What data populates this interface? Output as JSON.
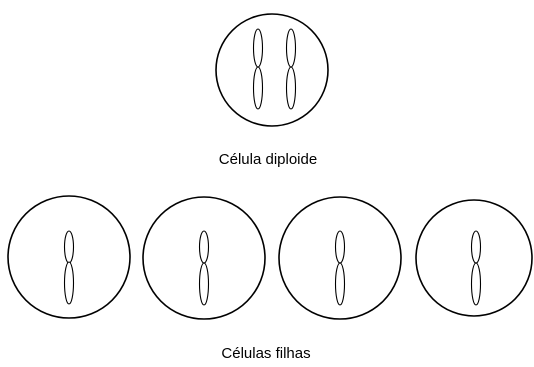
{
  "diagram": {
    "parent_label": "Célula diploide",
    "daughters_label": "Células filhas",
    "parent_cell": {
      "chromosome_count": 2
    },
    "daughter_cells": [
      {
        "chromosome_count": 1
      },
      {
        "chromosome_count": 1
      },
      {
        "chromosome_count": 1
      },
      {
        "chromosome_count": 1
      }
    ]
  }
}
